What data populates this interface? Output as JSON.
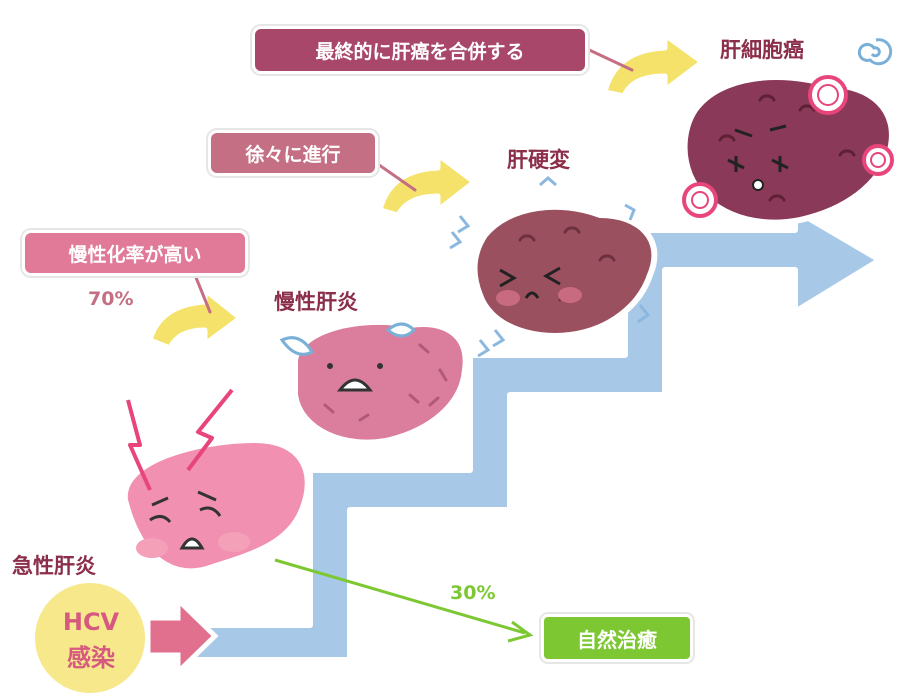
{
  "stages": {
    "hcv": {
      "line1": "HCV",
      "line2": "感染"
    },
    "acute": "急性肝炎",
    "chronic": "慢性肝炎",
    "cirrhosis": "肝硬変",
    "hcc": "肝細胞癌"
  },
  "callouts": {
    "chronic_rate": "慢性化率が高い",
    "gradual": "徐々に進行",
    "eventual": "最終的に肝癌を合併する",
    "cure": "自然治癒"
  },
  "percentages": {
    "chronic": "70%",
    "cure": "30%"
  },
  "colors": {
    "staircase": "#a8c8e8",
    "stage_label": "#8b2e4a",
    "callout_pink": "#e07a98",
    "callout_rose": "#c56f84",
    "callout_wine": "#a8476a",
    "cure_green": "#7dc832",
    "curve_arrow": "#f5e26a",
    "hcv_circle": "#f7e88c",
    "hcv_text": "#d65a80",
    "acute_liver": "#f190b0",
    "chronic_liver": "#db7d9c",
    "cirrhosis_liver": "#9b5060",
    "hcc_liver": "#8a3a58"
  },
  "icons": [
    "lightning-icon",
    "sweat-drop-icon",
    "spiral-icon",
    "curved-arrow-icon",
    "cure-arrow-icon"
  ]
}
